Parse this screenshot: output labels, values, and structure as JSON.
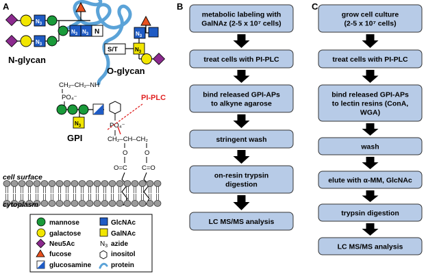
{
  "panels": {
    "a": "A",
    "b": "B",
    "c": "C"
  },
  "labels": {
    "n_glycan": "N-glycan",
    "o_glycan": "O-glycan",
    "gpi": "GPI",
    "pi_plc": "PI-PLC",
    "cell_surface": "cell surface",
    "cytoplasm": "cytoplasm",
    "st": "S/T",
    "n": "N",
    "nh": "CH₂–CH₂–NH",
    "po4_top": "PO₄⁻",
    "po4_inos": "PO₄⁻",
    "glycerol": "CH₂–CH–CH₂",
    "o1": "O",
    "o2": "O",
    "co1": "O=C",
    "co2": "C=O",
    "n3": "N₃"
  },
  "legend": {
    "items": [
      {
        "symbol": "green-circle",
        "label": "mannose"
      },
      {
        "symbol": "blue-square",
        "label": "GlcNAc"
      },
      {
        "symbol": "yellow-circle",
        "label": "galactose"
      },
      {
        "symbol": "yellow-square",
        "label": "GalNAc"
      },
      {
        "symbol": "purple-diamond",
        "label": "Neu5Ac"
      },
      {
        "symbol": "n3-text",
        "label": "azide"
      },
      {
        "symbol": "red-triangle",
        "label": "fucose"
      },
      {
        "symbol": "hexagon",
        "label": "inositol"
      },
      {
        "symbol": "half-square",
        "label": "glucosamine"
      },
      {
        "symbol": "blue-line",
        "label": "protein"
      }
    ]
  },
  "flow_b": [
    {
      "lines": [
        "metabolic labeling with",
        "GalNAz (2-5 x 10⁷ cells)"
      ]
    },
    {
      "lines": [
        "treat cells with PI-PLC"
      ]
    },
    {
      "lines": [
        "bind released GPI-APs",
        "to alkyne agarose"
      ]
    },
    {
      "lines": [
        "stringent wash"
      ]
    },
    {
      "lines": [
        "on-resin trypsin",
        "digestion"
      ]
    },
    {
      "lines": [
        "LC MS/MS analysis"
      ]
    }
  ],
  "flow_c": [
    {
      "lines": [
        "grow cell culture",
        "(2-5 x 10⁷ cells)"
      ]
    },
    {
      "lines": [
        "treat cells with PI-PLC"
      ]
    },
    {
      "lines": [
        "bind released GPI-APs",
        "to  lectin resins (ConA,",
        "WGA)"
      ]
    },
    {
      "lines": [
        "wash"
      ]
    },
    {
      "lines": [
        "elute with α-MM, GlcNAc"
      ]
    },
    {
      "lines": [
        "trypsin digestion"
      ]
    },
    {
      "lines": [
        "LC MS/MS analysis"
      ]
    }
  ],
  "colors": {
    "box_fill": "#b7cbe7",
    "box_stroke": "#333333",
    "mannose": "#1a9a3a",
    "galactose": "#f2e600",
    "neu5ac": "#8b2a8e",
    "fucose": "#e8501e",
    "glcnac": "#1f5bc4",
    "galnac": "#f2e600",
    "protein": "#5ba3d8",
    "pi_plc": "#e02020",
    "membrane_head": "#9a9a9a"
  }
}
